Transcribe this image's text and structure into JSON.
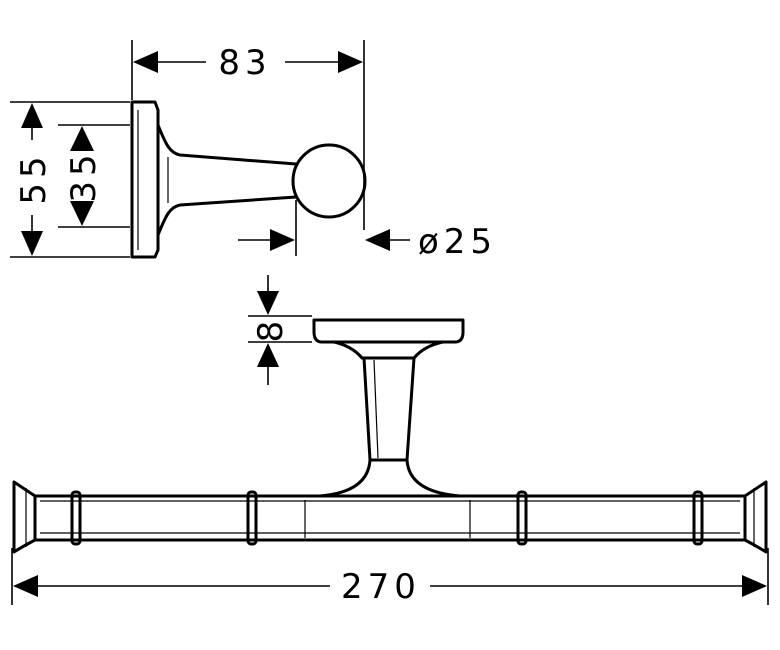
{
  "dimensions": {
    "depth": "83",
    "height_outer": "55",
    "height_inner": "35",
    "diameter": "ø25",
    "thickness": "8",
    "width": "270"
  }
}
